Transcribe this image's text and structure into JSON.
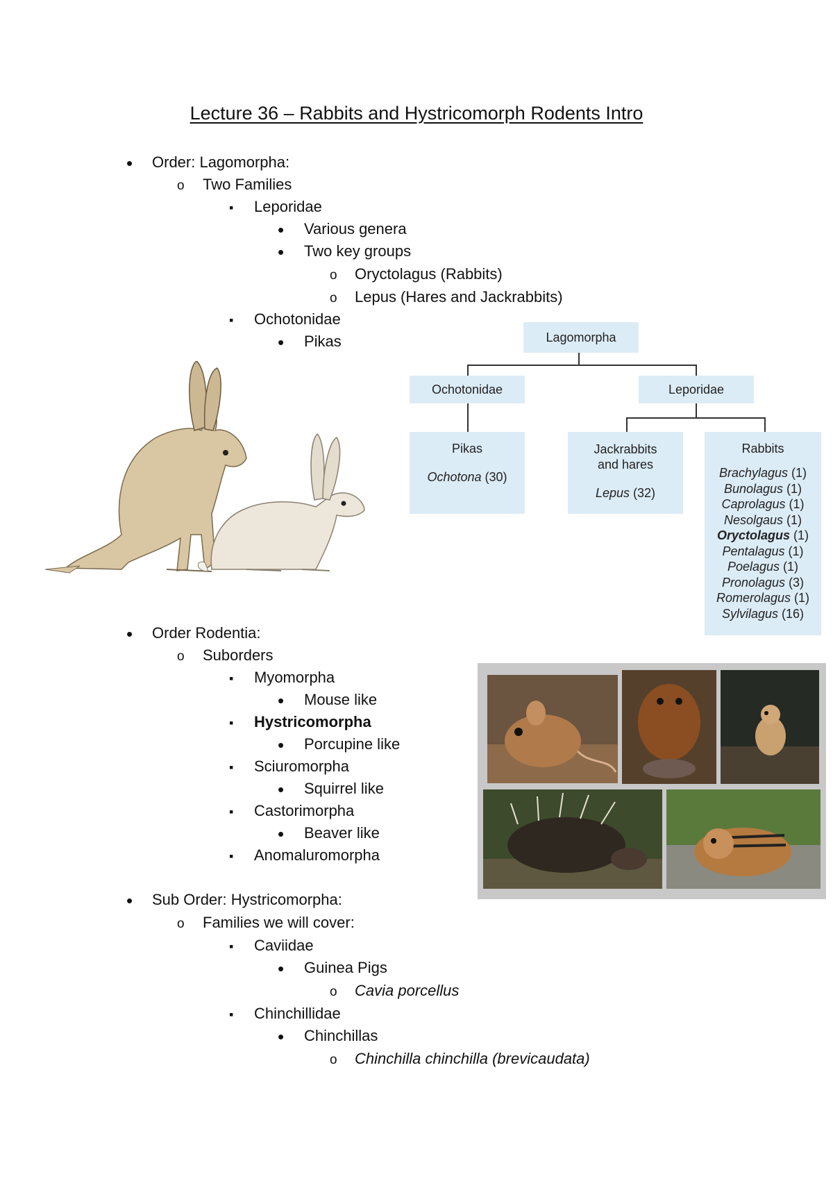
{
  "title": "Lecture 36 – Rabbits and Hystricomorph Rodents Intro",
  "lagomorpha": {
    "order": "Order: Lagomorpha:",
    "families_heading": "Two Families",
    "leporidae": "Leporidae",
    "various_genera": "Various genera",
    "two_key_groups": "Two key groups",
    "oryctolagus": "Oryctolagus (Rabbits)",
    "lepus": "Lepus (Hares and Jackrabbits)",
    "ochotonidae": "Ochotonidae",
    "pikas": "Pikas"
  },
  "tree": {
    "root": "Lagomorpha",
    "left_family": "Ochotonidae",
    "right_family": "Leporidae",
    "pikas_title": "Pikas",
    "pikas_genus": "Ochotona",
    "pikas_count": " (30)",
    "hares_title_1": "Jackrabbits",
    "hares_title_2": "and hares",
    "hares_genus": "Lepus",
    "hares_count": " (32)",
    "rabbits_title": "Rabbits",
    "rabbit_genera": [
      {
        "name": "Brachylagus",
        "count": " (1)"
      },
      {
        "name": "Bunolagus",
        "count": " (1)"
      },
      {
        "name": "Caprolagus",
        "count": " (1)"
      },
      {
        "name": "Nesolgaus",
        "count": " (1)"
      },
      {
        "name": "Oryctolagus",
        "count": " (1)"
      },
      {
        "name": "Pentalagus",
        "count": " (1)"
      },
      {
        "name": "Poelagus",
        "count": " (1)"
      },
      {
        "name": "Pronolagus",
        "count": " (3)"
      },
      {
        "name": "Romerolagus",
        "count": " (1)"
      },
      {
        "name": "Sylvilagus",
        "count": " (16)"
      }
    ],
    "box_color": "#dcecf6"
  },
  "rodentia": {
    "order": "Order Rodentia:",
    "suborders": "Suborders",
    "myomorpha": "Myomorpha",
    "mouse_like": "Mouse like",
    "hystricomorpha": "Hystricomorpha",
    "porcupine_like": "Porcupine like",
    "sciuromorpha": "Sciuromorpha",
    "squirrel_like": "Squirrel like",
    "castorimorpha": "Castorimorpha",
    "beaver_like": "Beaver like",
    "anomaluromorpha": "Anomaluromorpha"
  },
  "hystricomorpha": {
    "suborder": "Sub Order: Hystricomorpha:",
    "families": "Families we will cover:",
    "caviidae": "Caviidae",
    "guinea_pigs": "Guinea Pigs",
    "cavia": "Cavia porcellus",
    "chinchillidae": "Chinchillidae",
    "chinchillas": "Chinchillas",
    "chinchilla_species": "Chinchilla chinchilla (brevicaudata)"
  },
  "images": {
    "hare_rabbit": "hare-and-rabbit-illustration",
    "rodent_photos": [
      "mouse-photo",
      "beaver-photo",
      "jerboa-photo",
      "porcupine-photo",
      "chipmunk-photo"
    ]
  }
}
